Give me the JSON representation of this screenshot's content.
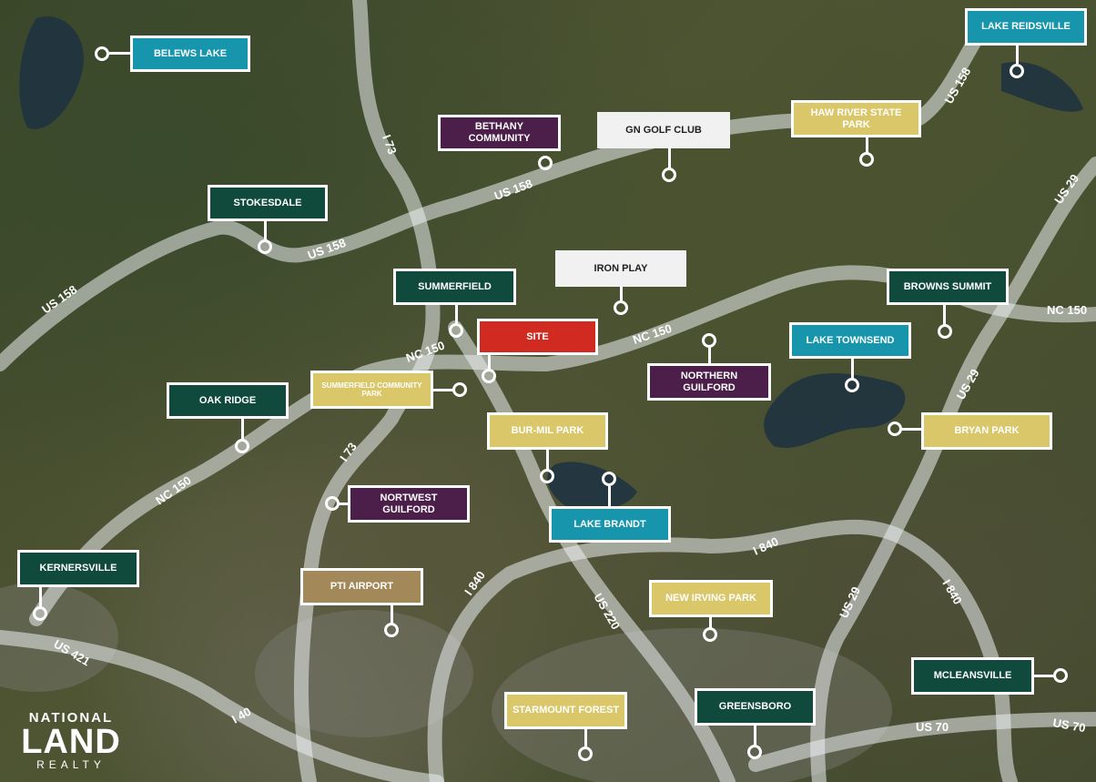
{
  "colors": {
    "teal": "#1695ad",
    "dark_green": "#0f4a3c",
    "purple": "#4c1e4a",
    "yellow": "#d9c76a",
    "white": "#f1f1f1",
    "red": "#d02a21",
    "tan": "#a3895a"
  },
  "locations": [
    {
      "key": "belews-lake",
      "name": "BELEWS LAKE",
      "color": "teal"
    },
    {
      "key": "lake-reidsville",
      "name": "LAKE REIDSVILLE",
      "color": "teal"
    },
    {
      "key": "bethany-community",
      "name": "BETHANY COMMUNITY",
      "color": "purple"
    },
    {
      "key": "gn-golf-club",
      "name": "GN GOLF CLUB",
      "color": "white"
    },
    {
      "key": "haw-river-state-park",
      "name": "HAW RIVER STATE PARK",
      "color": "yellow"
    },
    {
      "key": "stokesdale",
      "name": "STOKESDALE",
      "color": "dark_green"
    },
    {
      "key": "iron-play",
      "name": "IRON PLAY",
      "color": "white"
    },
    {
      "key": "summerfield",
      "name": "SUMMERFIELD",
      "color": "dark_green"
    },
    {
      "key": "browns-summit",
      "name": "BROWNS SUMMIT",
      "color": "dark_green"
    },
    {
      "key": "site",
      "name": "SITE",
      "color": "red"
    },
    {
      "key": "lake-townsend",
      "name": "LAKE TOWNSEND",
      "color": "teal"
    },
    {
      "key": "summerfield-community-park",
      "name": "SUMMERFIELD COMMUNITY PARK",
      "color": "yellow"
    },
    {
      "key": "northern-guilford",
      "name": "NORTHERN GUILFORD",
      "color": "purple"
    },
    {
      "key": "oak-ridge",
      "name": "OAK RIDGE",
      "color": "dark_green"
    },
    {
      "key": "bur-mil-park",
      "name": "BUR-MIL PARK",
      "color": "yellow"
    },
    {
      "key": "bryan-park",
      "name": "BRYAN PARK",
      "color": "yellow"
    },
    {
      "key": "nortwest-guilford",
      "name": "NORTWEST GUILFORD",
      "color": "purple"
    },
    {
      "key": "lake-brandt",
      "name": "LAKE BRANDT",
      "color": "teal"
    },
    {
      "key": "kernersville",
      "name": "KERNERSVILLE",
      "color": "dark_green"
    },
    {
      "key": "pti-airport",
      "name": "PTI AIRPORT",
      "color": "tan"
    },
    {
      "key": "new-irving-park",
      "name": "NEW IRVING PARK",
      "color": "yellow"
    },
    {
      "key": "mcleansville",
      "name": "MCLEANSVILLE",
      "color": "dark_green"
    },
    {
      "key": "starmount-forest",
      "name": "STARMOUNT FOREST",
      "color": "yellow"
    },
    {
      "key": "greensboro",
      "name": "GREENSBORO",
      "color": "dark_green"
    }
  ],
  "roads": [
    {
      "key": "us158-a",
      "label": "US 158"
    },
    {
      "key": "us158-b",
      "label": "US 158"
    },
    {
      "key": "us158-c",
      "label": "US 158"
    },
    {
      "key": "us158-d",
      "label": "US 158"
    },
    {
      "key": "i73-a",
      "label": "I 73"
    },
    {
      "key": "i73-b",
      "label": "I 73"
    },
    {
      "key": "nc150-a",
      "label": "NC 150"
    },
    {
      "key": "nc150-b",
      "label": "NC 150"
    },
    {
      "key": "nc150-c",
      "label": "NC 150"
    },
    {
      "key": "nc150-d",
      "label": "NC 150"
    },
    {
      "key": "us29-a",
      "label": "US 29"
    },
    {
      "key": "us29-b",
      "label": "US 29"
    },
    {
      "key": "us29-c",
      "label": "US 29"
    },
    {
      "key": "i840-a",
      "label": "I 840"
    },
    {
      "key": "i840-b",
      "label": "I 840"
    },
    {
      "key": "i840-c",
      "label": "I 840"
    },
    {
      "key": "us220",
      "label": "US 220"
    },
    {
      "key": "us421",
      "label": "US 421"
    },
    {
      "key": "i40",
      "label": "I 40"
    },
    {
      "key": "us70-a",
      "label": "US 70"
    },
    {
      "key": "us70-b",
      "label": "US 70"
    }
  ],
  "brand": {
    "line1": "NATIONAL",
    "line2": "LAND",
    "line3": "REALTY"
  }
}
